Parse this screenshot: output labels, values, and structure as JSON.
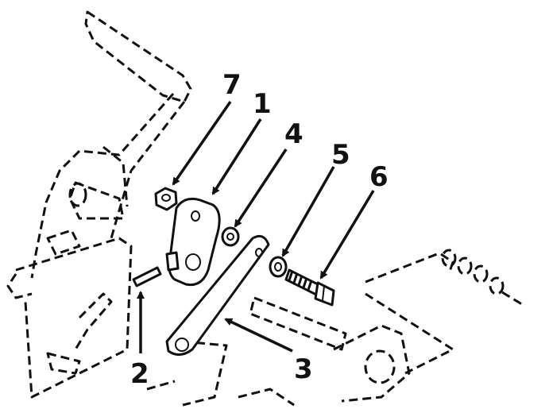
{
  "callouts": [
    {
      "id": "7",
      "label": "7"
    },
    {
      "id": "1",
      "label": "1"
    },
    {
      "id": "4",
      "label": "4"
    },
    {
      "id": "5",
      "label": "5"
    },
    {
      "id": "6",
      "label": "6"
    },
    {
      "id": "2",
      "label": "2"
    },
    {
      "id": "3",
      "label": "3"
    }
  ]
}
